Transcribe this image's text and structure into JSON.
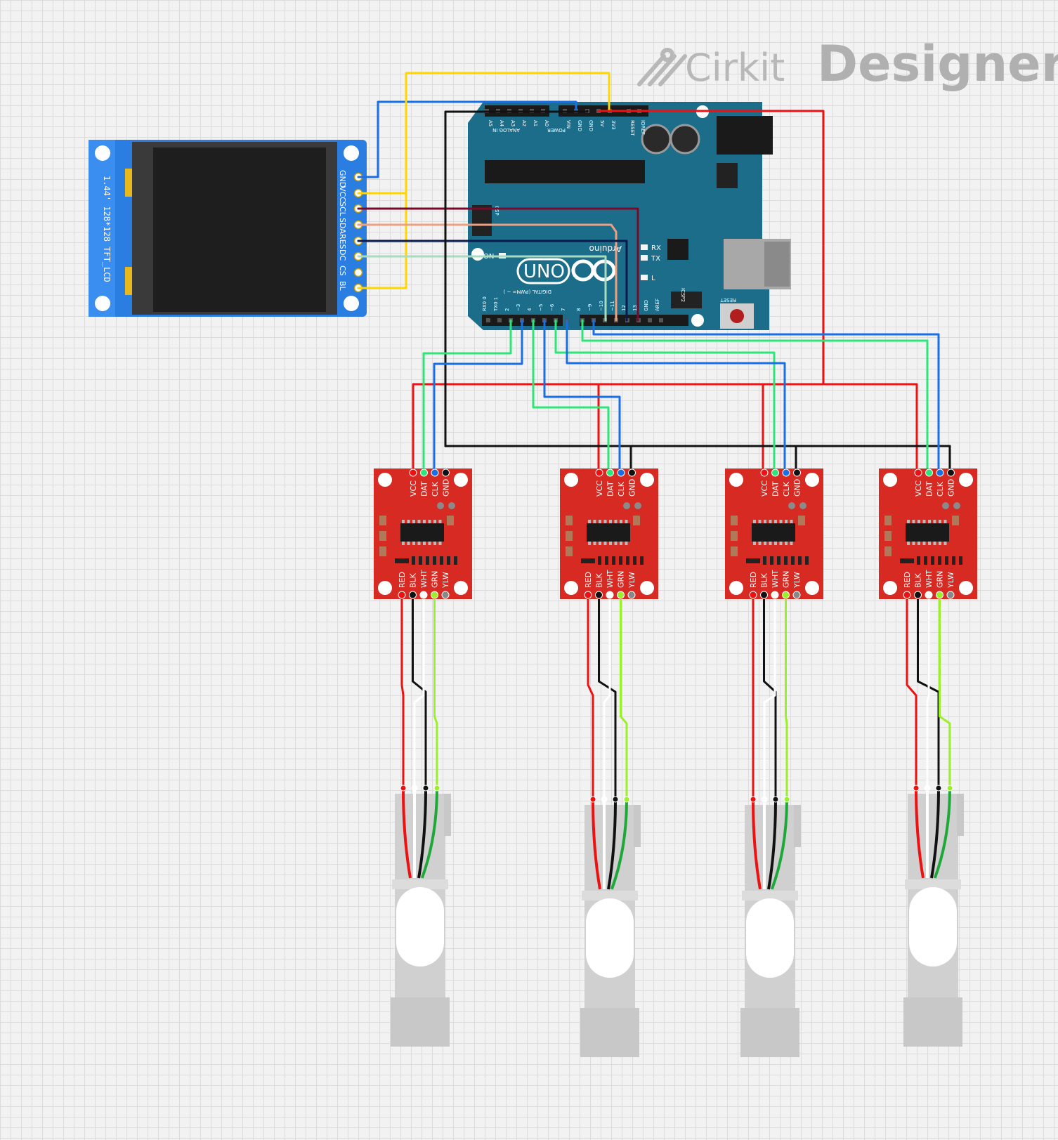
{
  "brand": {
    "name_light": "Cirkit",
    "name_bold": "Designer"
  },
  "lcd": {
    "pins": [
      "GND",
      "VCC",
      "SCL",
      "SDA",
      "RES",
      "DC",
      "CS",
      "BL"
    ],
    "side_text": "1.44' 128*128 TFT_LCD"
  },
  "arduino": {
    "model": "UNO",
    "brand": "Arduino",
    "power_header_label": "POWER",
    "analog_header_label": "ANALOG IN",
    "power_pins": [
      "IOREF",
      "RESET",
      "3V3",
      "5V",
      "GND",
      "GND",
      "VIN"
    ],
    "analog_pins": [
      "A0",
      "A1",
      "A2",
      "A3",
      "A4",
      "A5"
    ],
    "digital_pins": [
      "RX0 0",
      "TX0 1",
      "2",
      "~3",
      "4",
      "~5",
      "~6",
      "7",
      "8",
      "~9",
      "~10",
      "~11",
      "12",
      "13",
      "GND",
      "AREF"
    ],
    "digital_label": "DIGITAL (PWM= ~ )",
    "indicators": [
      "RX",
      "TX",
      "L",
      "ON"
    ],
    "icsp_label": "ICSP2",
    "reset_label": "RESET",
    "csp_label": "CSP"
  },
  "hx711_modules": [
    {
      "top_pins": [
        "VCC",
        "DAT",
        "CLK",
        "GND"
      ],
      "bottom_pins": [
        "RED",
        "BLK",
        "WHT",
        "GRN",
        "YLW"
      ]
    },
    {
      "top_pins": [
        "VCC",
        "DAT",
        "CLK",
        "GND"
      ],
      "bottom_pins": [
        "RED",
        "BLK",
        "WHT",
        "GRN",
        "YLW"
      ]
    },
    {
      "top_pins": [
        "VCC",
        "DAT",
        "CLK",
        "GND"
      ],
      "bottom_pins": [
        "RED",
        "BLK",
        "WHT",
        "GRN",
        "YLW"
      ]
    },
    {
      "top_pins": [
        "VCC",
        "DAT",
        "CLK",
        "GND"
      ],
      "bottom_pins": [
        "RED",
        "BLK",
        "WHT",
        "GRN",
        "YLW"
      ]
    }
  ],
  "load_cells": [
    {},
    {},
    {},
    {}
  ],
  "colors": {
    "wire_red": "#ee1111",
    "wire_black": "#111111",
    "wire_green": "#2ee57a",
    "wire_blue": "#1a6fe6",
    "wire_yellow": "#ffd600",
    "wire_maroon": "#7a0a2a",
    "wire_salmon": "#f0a080",
    "wire_navy": "#0a1a4a",
    "wire_mint": "#a8dcc0",
    "wire_lime": "#9cf02a",
    "arduino_board": "#1b6d8a",
    "hx711_board": "#d62a22",
    "lcd_board": "#2a7de1"
  }
}
